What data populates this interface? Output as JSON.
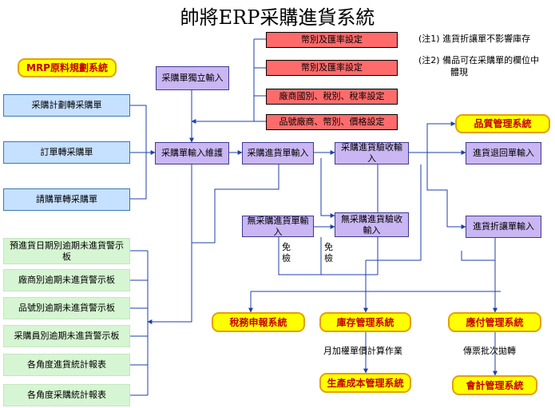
{
  "title": "帥將ERP采購進貨系統",
  "notes": {
    "n1": "(注1) 進貨折讓單不影響庫存",
    "n2": "(注2) 備品可在采購單的欄位中",
    "n2b": "體現"
  },
  "settings": {
    "s1": "幣別及匯率設定",
    "s2": "幣別及匯率設定",
    "s3": "廠商國別、稅別、稅率設定",
    "s4": "品號廠商、幣別、價格設定"
  },
  "sources": {
    "mrp": "MRP原料規劃系統",
    "plan": "采購計劃轉采購單",
    "order": "訂單轉采購單",
    "request": "請購單轉采購單",
    "independent": "采購單獨立輸入"
  },
  "flow": {
    "maintain": "采購單輸入維護",
    "receive": "采購進貨單輸入",
    "inspect": "采購進貨驗收輸入",
    "nopo_receive": "無采購進貨單輸入",
    "nopo_inspect": "無采購進貨驗收輸入",
    "return": "進貨退回單輸入",
    "discount": "進貨折讓單輸入"
  },
  "systems": {
    "quality": "品質管理系統",
    "tax": "稅務申報系統",
    "inventory": "庫存管理系統",
    "payable": "應付管理系統",
    "cost": "生產成本管理系統",
    "accounting": "會計管理系統"
  },
  "labels": {
    "exempt1": "免檢",
    "exempt2": "免檢",
    "monthly": "月加權單價計算作業",
    "voucher": "傳票批次拋轉"
  },
  "reports": {
    "r1": "預進貨日期別逾期未進貨警示板",
    "r2": "廠商別逾期未進貨警示板",
    "r3": "品號別逾期未進貨警示板",
    "r4": "采購員別逾期未進貨警示板",
    "r5": "各角度進貨統計報表",
    "r6": "各角度采購統計報表"
  },
  "colors": {
    "red_box": "#ff6b6b",
    "blue_box": "#c6e0ff",
    "purple_box": "#c9b6f2",
    "green_box": "#d6f5d2",
    "system_fill": "#ffff00",
    "system_text": "#c40000",
    "connector": "#1f3fa8"
  }
}
